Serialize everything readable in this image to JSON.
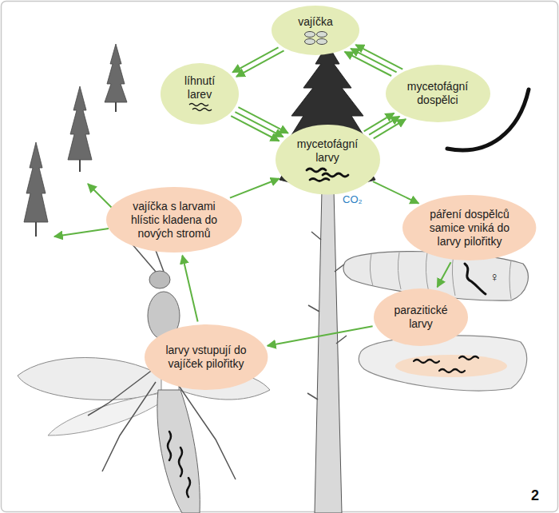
{
  "diagram": {
    "nodes": [
      {
        "text": [
          "vajíčka"
        ]
      },
      {
        "text": [
          "líhnutí larev"
        ]
      },
      {
        "text": [
          "mycetofágní dospělci"
        ]
      },
      {
        "text": [
          "mycetofágní larvy"
        ]
      },
      {
        "text": [
          "vajíčka s larvami hlístic kladena do nových stromů"
        ]
      },
      {
        "text": [
          "páření dospělců samice vniká do larvy pilořitky"
        ]
      },
      {
        "text": [
          "parazitické larvy"
        ]
      },
      {
        "text": [
          "larvy vstupují do vajíček pilořitky"
        ]
      }
    ],
    "edges": [
      {
        "from": 0,
        "to": 1,
        "arrow": "to"
      },
      {
        "from": 0,
        "to": 1,
        "arrow": "to"
      },
      {
        "from": 1,
        "to": 3,
        "arrow": "to"
      },
      {
        "from": 1,
        "to": 3,
        "arrow": "to"
      },
      {
        "from": 1,
        "to": 3,
        "arrow": "to"
      },
      {
        "from": 3,
        "to": 2,
        "arrow": "to"
      },
      {
        "from": 3,
        "to": 2,
        "arrow": "to"
      },
      {
        "from": 3,
        "to": 2,
        "arrow": "to"
      },
      {
        "from": 2,
        "to": 0,
        "arrow": "to"
      },
      {
        "from": 2,
        "to": 0,
        "arrow": "to"
      },
      {
        "from": 2,
        "to": 0,
        "arrow": "to"
      },
      {
        "from": 3,
        "to": 5,
        "arrow": "to"
      },
      {
        "from": 5,
        "to": 6,
        "arrow": "to"
      },
      {
        "from": 6,
        "to": 7,
        "arrow": "to"
      },
      {
        "from": 7,
        "to": 4,
        "arrow": "to"
      },
      {
        "from": 4,
        "to": 3,
        "arrow": "to"
      }
    ],
    "labels": [
      "CO₂",
      "♀",
      "2"
    ]
  }
}
